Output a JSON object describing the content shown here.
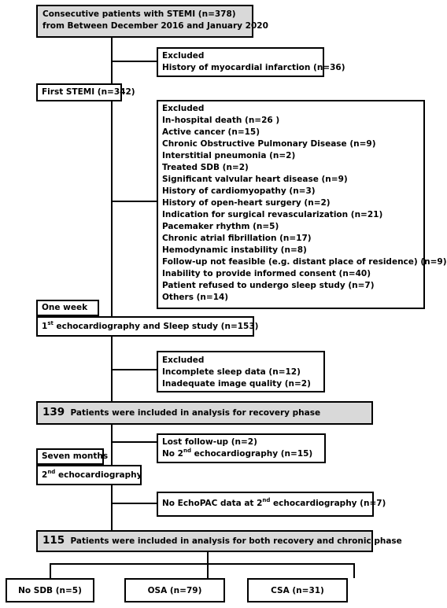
{
  "start": {
    "line1": "Consecutive patients with STEMI (n=378)",
    "line2": "from Between December 2016 and January 2020"
  },
  "exclusion1": {
    "title": "Excluded",
    "items": [
      "History of myocardial infarction (n=36)"
    ]
  },
  "first_stemi": "First STEMI (n=342)",
  "exclusion2": {
    "title": "Excluded",
    "items": [
      "In-hospital death (n=26 )",
      "Active cancer (n=15)",
      "Chronic Obstructive Pulmonary Disease (n=9)",
      "Interstitial pneumonia (n=2)",
      "Treated SDB (n=2)",
      "Significant valvular heart disease (n=9)",
      "History of cardiomyopathy (n=3)",
      "History of open-heart surgery (n=2)",
      "Indication for surgical revascularization (n=21)",
      "Pacemaker rhythm (n=5)",
      "Chronic atrial fibrillation (n=17)",
      "Hemodynamic instability (n=8)",
      "Follow-up not feasible (e.g. distant place of residence) (n=9)",
      "Inability to provide informed consent (n=40)",
      "Patient refused to undergo sleep study (n=7)",
      "Others (n=14)"
    ]
  },
  "one_week": "One week",
  "first_echo": {
    "number": "1",
    "sup": "st",
    "text": " echocardiography and Sleep study (n=153)"
  },
  "exclusion3": {
    "title": "Excluded",
    "items": [
      "Incomplete sleep data (n=12)",
      "Inadequate image quality (n=2)"
    ]
  },
  "recovery": {
    "count": "139",
    "text": "Patients were included in analysis for recovery phase"
  },
  "exclusion4": {
    "line1": "Lost follow-up (n=2)",
    "line2_pre": "No 2",
    "line2_sup": "nd",
    "line2_post": " echocardiography (n=15)"
  },
  "seven_months": "Seven months",
  "second_echo": {
    "number": "2",
    "sup": "nd",
    "text": " echocardiography"
  },
  "exclusion5": {
    "pre": "No EchoPAC data at 2",
    "sup": "nd",
    "post": " echocardiography (n=7)"
  },
  "both_phases": {
    "count": "115",
    "text": "Patients were included in analysis for both  recovery and chronic phase"
  },
  "groups": [
    "No SDB (n=5)",
    "OSA (n=79)",
    "CSA (n=31)"
  ]
}
